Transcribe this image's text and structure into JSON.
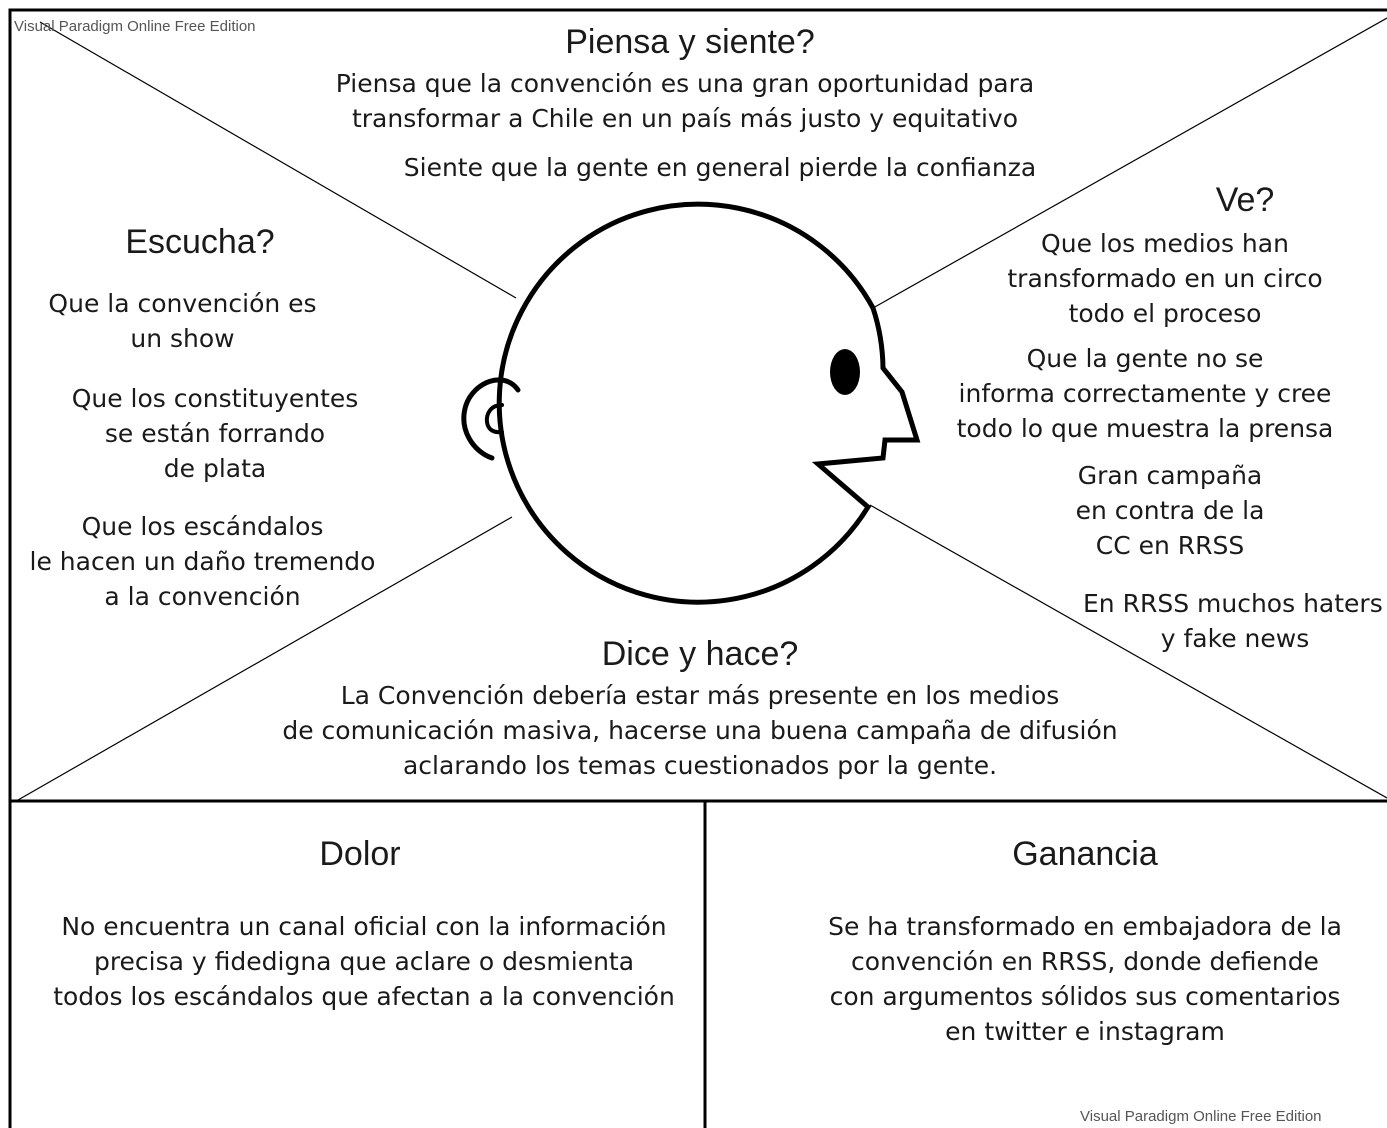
{
  "watermark": "Visual Paradigm Online Free Edition",
  "sections": {
    "thinks": {
      "title": "Piensa y siente?",
      "items": [
        [
          "Piensa que la convención es una gran oportunidad para",
          "transformar a Chile en un país más justo y equitativo"
        ],
        [
          "Siente que la gente en general pierde la confianza"
        ]
      ]
    },
    "sees": {
      "title": "Ve?",
      "items": [
        [
          "Que los medios han",
          "transformado en un circo",
          "todo el proceso"
        ],
        [
          "Que la gente no se",
          "informa correctamente y cree",
          "todo lo que muestra la prensa"
        ],
        [
          "Gran campaña",
          "en contra de la",
          "CC en RRSS"
        ],
        [
          "En RRSS muchos haters",
          "y fake news"
        ]
      ]
    },
    "hears": {
      "title": "Escucha?",
      "items": [
        [
          "Que la convención es",
          "un show"
        ],
        [
          "Que los constituyentes",
          "se están forrando",
          "de plata"
        ],
        [
          "Que los escándalos",
          "le hacen un daño tremendo",
          "a la convención"
        ]
      ]
    },
    "says": {
      "title": "Dice y hace?",
      "items": [
        [
          "La Convención debería estar más presente en los medios",
          "de comunicación masiva, hacerse una buena campaña de difusión",
          "aclarando los temas cuestionados por la gente."
        ]
      ]
    },
    "pain": {
      "title": "Dolor",
      "items": [
        [
          "No encuentra un canal oficial con la información",
          "precisa y fidedigna que aclare o desmienta",
          "todos los escándalos que afectan a la convención"
        ]
      ]
    },
    "gain": {
      "title": "Ganancia",
      "items": [
        [
          "Se ha transformado en embajadora de la",
          "convención en RRSS, donde defiende",
          "con argumentos sólidos sus comentarios",
          "en twitter e instagram"
        ]
      ]
    }
  }
}
